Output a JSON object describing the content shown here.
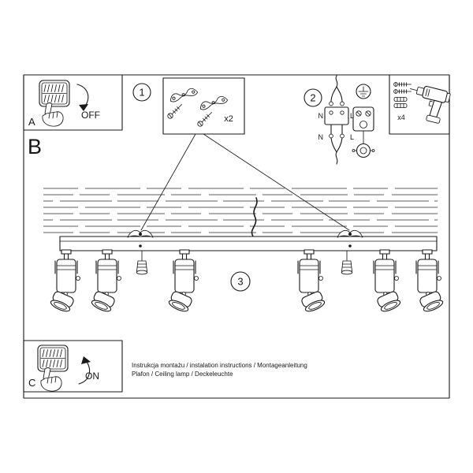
{
  "meta": {
    "ink_color": "#1a1a1a",
    "background_color": "#ffffff"
  },
  "steps": {
    "one": "1",
    "two": "2",
    "three": "3"
  },
  "switch_panels": {
    "a_label": "A",
    "a_state": "OFF",
    "c_label": "C",
    "c_state": "ON"
  },
  "section": {
    "b_label": "B"
  },
  "quantities": {
    "brackets": "x2",
    "screws": "x4"
  },
  "wiring": {
    "top_n": "N",
    "top_l": "L",
    "bottom_n": "N",
    "bottom_l": "L"
  },
  "footer": {
    "line1": "Instrukcja montażu / instalation instructions / Montageanleitung",
    "line2": "Plafon / Ceiling lamp / Deckeleuchte"
  }
}
